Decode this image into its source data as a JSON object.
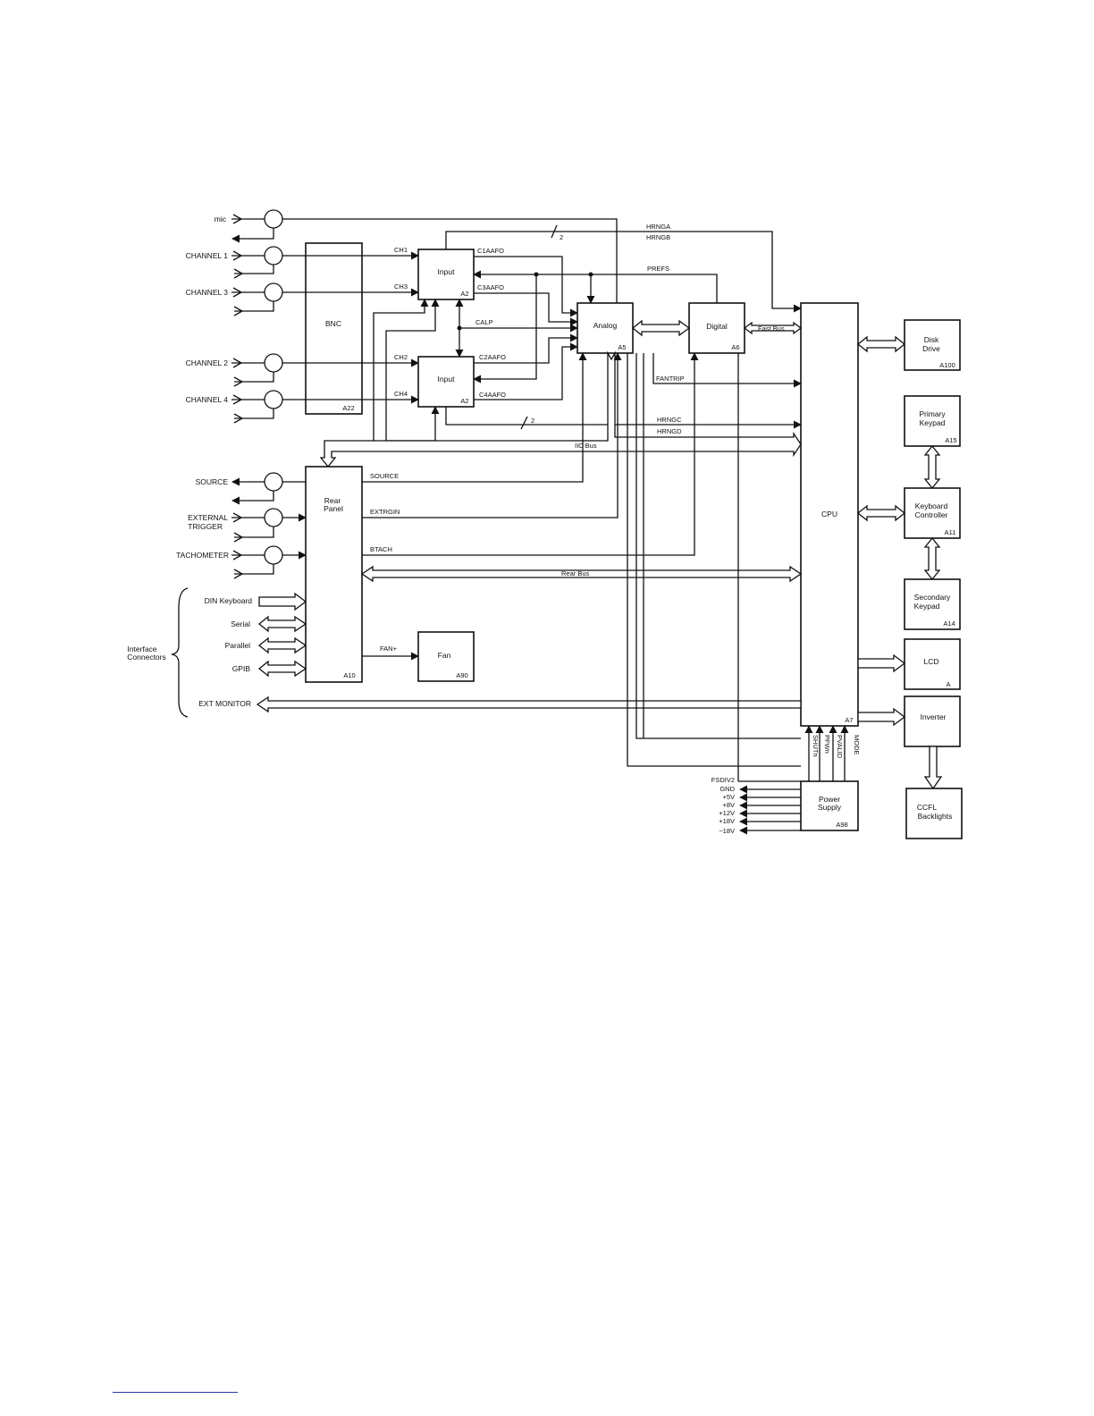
{
  "blocks": {
    "bnc": {
      "name": "BNC",
      "id": "A22"
    },
    "input_top": {
      "name": "Input",
      "id": "A2"
    },
    "input_bot": {
      "name": "Input",
      "id": "A2"
    },
    "analog": {
      "name": "Analog",
      "id": "A5"
    },
    "digital": {
      "name": "Digital",
      "id": "A6"
    },
    "cpu": {
      "name": "CPU",
      "id": "A7"
    },
    "rear_panel": {
      "name1": "Rear",
      "name2": "Panel",
      "id": "A10"
    },
    "fan": {
      "name": "Fan",
      "id": "A90"
    },
    "power_supply": {
      "name1": "Power",
      "name2": "Supply",
      "id": "A98"
    },
    "disk_drive": {
      "name1": "Disk",
      "name2": "Drive",
      "id": "A100"
    },
    "primary_keypad": {
      "name1": "Primary",
      "name2": "Keypad",
      "id": "A15"
    },
    "keyboard_controller": {
      "name1": "Keyboard",
      "name2": "Controller",
      "id": "A11"
    },
    "secondary_keypad": {
      "name1": "Secondary",
      "name2": "Keypad",
      "id": "A14"
    },
    "lcd": {
      "name": "LCD",
      "id": "A"
    },
    "inverter": {
      "name": "Inverter"
    },
    "ccfl": {
      "name1": "CCFL",
      "name2": "Backlights"
    }
  },
  "connectors": {
    "mic": "mic",
    "ch1": "CHANNEL 1",
    "ch3": "CHANNEL 3",
    "ch2": "CHANNEL 2",
    "ch4": "CHANNEL 4",
    "source": "SOURCE",
    "ext1": "EXTERNAL",
    "ext2": "TRIGGER",
    "tach": "TACHOMETER",
    "din": "DIN Keyboard",
    "serial": "Serial",
    "parallel": "Parallel",
    "gpib": "GPIB",
    "ext_monitor": "EXT MONITOR",
    "iface1": "Interface",
    "iface2": "Connectors"
  },
  "signals": {
    "ch1": "CH1",
    "ch3": "CH3",
    "ch2": "CH2",
    "ch4": "CH4",
    "c1aafo": "C1AAFO",
    "c3aafo": "C3AAFO",
    "c2aafo": "C2AAFO",
    "c4aafo": "C4AAFO",
    "calp": "CALP",
    "prefs": "PREFS",
    "hrnga": "HRNGA",
    "hrngb": "HRNGB",
    "hrngc": "HRNGC",
    "hrngd": "HRNGD",
    "fantrip": "FANTRIP",
    "fast_bus": "Fast Bus",
    "iic_bus": "IIC Bus",
    "source": "SOURCE",
    "extrgin": "EXTRGIN",
    "btach": "BTACH",
    "rear_bus": "Rear Bus",
    "fan_plus": "FAN+",
    "two_a": "2",
    "two_b": "2",
    "fsdiv2": "FSDIV2",
    "gnd": "GND",
    "p5v": "+5V",
    "p8v": "+8V",
    "p12v": "+12V",
    "p18v": "+18V",
    "m18v": "−18V",
    "shutn": "SHUTn",
    "pfwn": "PFWn",
    "pvalid": "PVALID",
    "mode": "MODE"
  }
}
